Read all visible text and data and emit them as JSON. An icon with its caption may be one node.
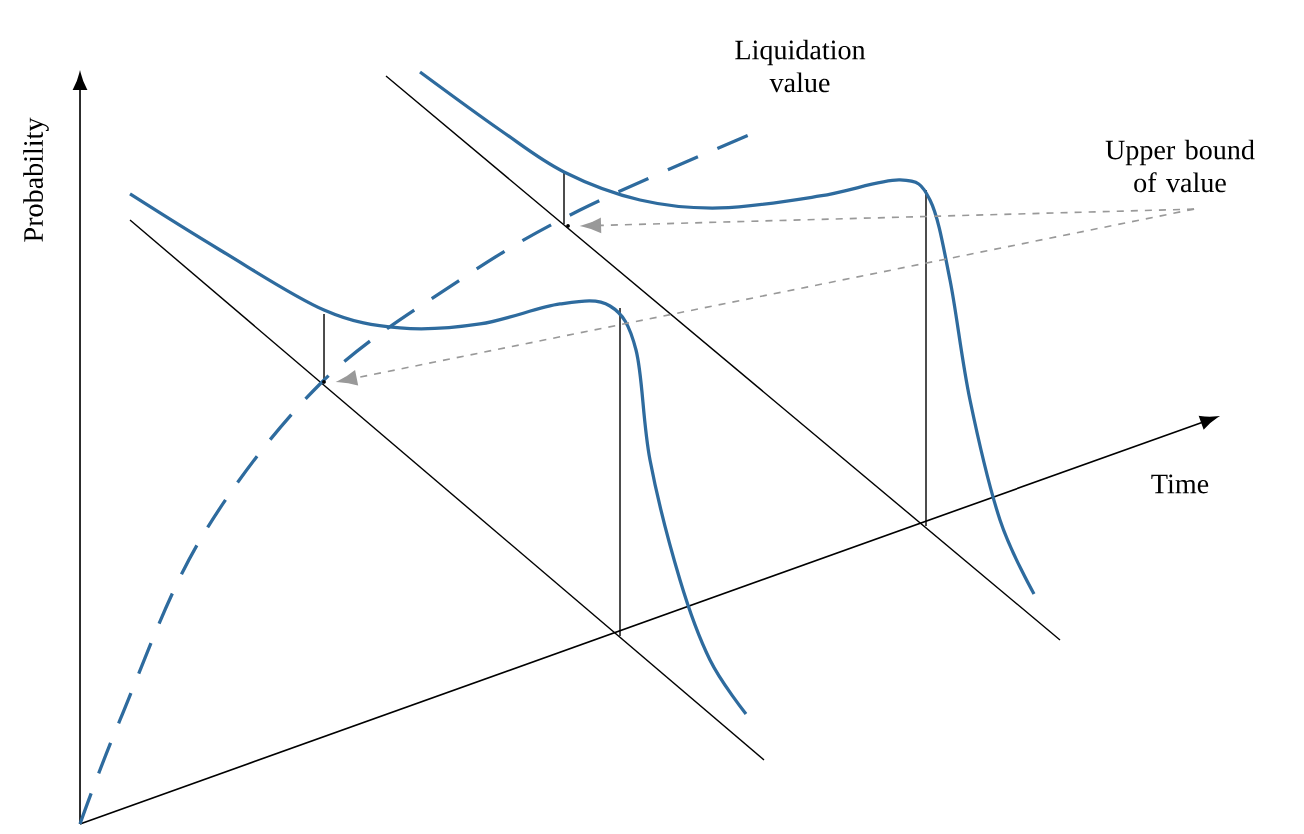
{
  "diagram": {
    "nodes": [
      {
        "text": [
          "Upper bound of value"
        ]
      },
      {
        "text": [],
        "shape": "point"
      },
      {
        "text": [],
        "shape": "point"
      }
    ],
    "edges": [
      {
        "from": 0,
        "to": 1,
        "arrow": "to",
        "style": "dashed",
        "color": "#999999"
      },
      {
        "from": 0,
        "to": 2,
        "arrow": "to",
        "style": "dashed",
        "color": "#999999"
      }
    ],
    "labels": [
      "Liquidation value",
      "Probability",
      "Time"
    ]
  }
}
